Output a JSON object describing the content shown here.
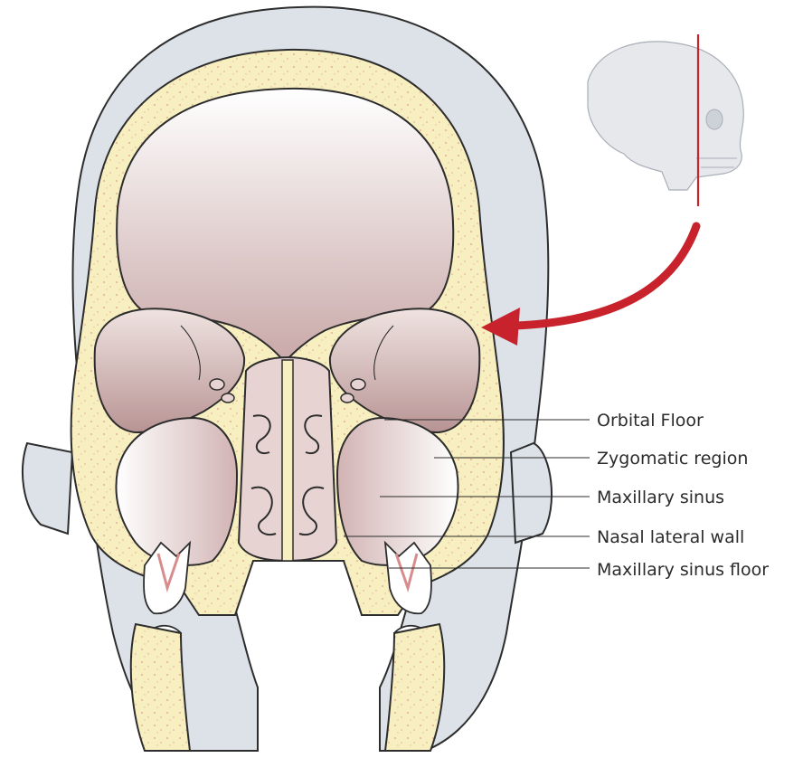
{
  "labels": [
    {
      "id": "orbital-floor",
      "text": "Orbital Floor"
    },
    {
      "id": "zygomatic-region",
      "text": "Zygomatic region"
    },
    {
      "id": "maxillary-sinus",
      "text": "Maxillary sinus"
    },
    {
      "id": "nasal-lateral-wall",
      "text": "Nasal lateral wall"
    },
    {
      "id": "maxillary-sinus-floor",
      "text": "Maxillary sinus floor"
    }
  ],
  "colors": {
    "soft_tissue": "#dde2e9",
    "bone": "#f7efbf",
    "bone_dots": "#e9b9a0",
    "cavity_top": "#ffffff",
    "cavity_bottom": "#c9a8a8",
    "outline": "#2d2d2d",
    "accent_red": "#c8232c",
    "skull_icon": "#e6e8ec"
  },
  "icons": {
    "reference": "skull-profile-icon",
    "direction": "curved-arrow-icon"
  }
}
